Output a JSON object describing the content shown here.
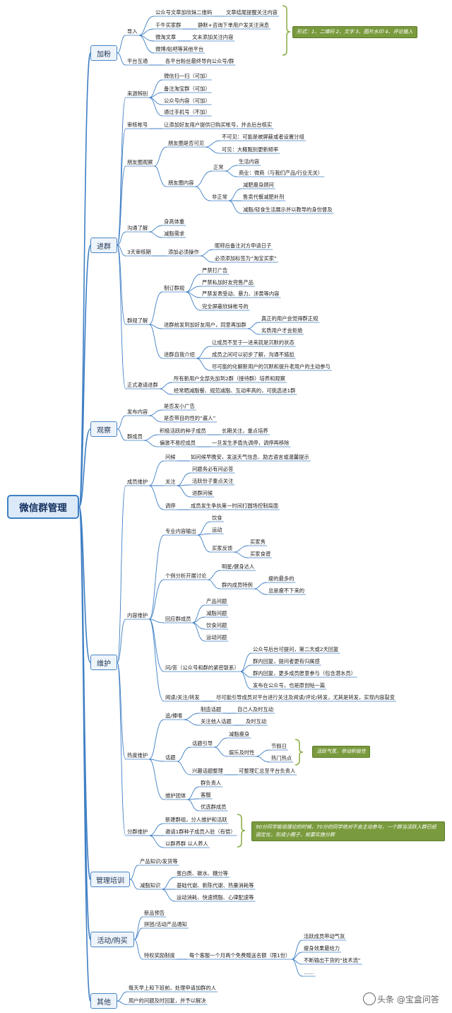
{
  "root": "微信群管理",
  "branches": {
    "jiafen": "加粉",
    "jinqun": "进群",
    "guancha": "观察",
    "weihu": "维护",
    "peixun": "管理培训",
    "huodong": "活动/购买",
    "qita": "其他"
  },
  "jiafen": {
    "daoru": "导入",
    "gzh_erweima": "公众号文章加欣妹二维码",
    "gzh_erweima_d": "文章结尾提醒关注内容",
    "qianniu": "千牛买家群",
    "qianniu_d": "静默+咨询下单用户发关注消息",
    "weitao": "微淘文章",
    "weitao_d": "文末添加关注内容",
    "weibo": "微博/贴吧等其他平台",
    "hutong": "平台互通",
    "hutong_d": "各平台粉丝最终导向公众号/群",
    "callout": "形式：1、二维码 2、文字 3、图片水印 4、评论植入"
  },
  "jinqun": {
    "laiyuan": "来源辨别",
    "ly1": "微信扫一扫（可加）",
    "ly2": "备注淘宝群（可加）",
    "ly3": "公众号内容（可加）",
    "ly4": "通过手机号（不加）",
    "shenhe": "审核帐号",
    "shenhe_d": "让添加好友用户提供已购买帐号，并去后台核实",
    "pyq": "朋友圈观察",
    "kejian": "朋友圈是否可见",
    "bukejian": "不可见：可能是被屏蔽或者设置分组",
    "kejian2": "可见：大概甄别更新频率",
    "neirong": "朋友圈内容",
    "zhengchang": "正常",
    "shenghuo": "生活内容",
    "shangye": "商业：微商（与我们产品/行业无关）",
    "feizhengchang": "非正常",
    "fz1": "减肥瘦身顾问",
    "fz2": "售卖代餐减肥补剂",
    "fz3": "减脂/轻食生活展示并以教导的身份督及",
    "goutong": "沟通了解",
    "gt1": "身高体重",
    "gt2": "减脂需求",
    "kaohe": "3天审核期",
    "tianjia": "添加必须操作",
    "tj1": "昵称后备注对方申请日子",
    "tj2": "必须添加标签为“淘宝买家”",
    "qungui": "群规了解",
    "zhiding": "制订群规",
    "zd1": "严禁打广告",
    "zd2": "严禁私加好友兜售产品",
    "zd3": "严禁发表受动、暴力、涉黄等内容",
    "zd4": "完全屏蔽欣妹帐号的",
    "fasong": "进群前发到加好友用户，同意再加群",
    "fs1": "真正的用户会觉得群正规",
    "fs2": "劣质用户才会拒绝",
    "jieshao": "进群自我介绍",
    "js1": "让成员不至于一进来就是沉默的状态",
    "js2": "成员之间可以初步了解，沟通不尴尬",
    "js3": "尽可能的化解新用户的沉默和提升老用户的主动参与",
    "zhengshi": "正式邀请进群",
    "zs1": "所有新用户全部先加到2群（接待群）培养和观察",
    "zs2": "经常晒减脂餐、规范减脂、互动率高的，可挑选进1群"
  },
  "guancha": {
    "fabu": "发布内容",
    "fb1": "是否发小广告",
    "fb2": "是否带目的性的“酱人”",
    "qunchengyuan": "群成员",
    "jiji": "积极活跃的种子成员",
    "jiji_d": "长期关注，重点培养",
    "pianji": "偏激不易控成员",
    "pianji_d": "一旦发生矛盾先调停，调停再移除"
  },
  "weihu": {
    "chengyuan": "成员维护",
    "wenhou": "问候",
    "wenhou_d": "如问候早晚安，发送天气信息、励志语言或温馨提示",
    "guanzhu": "关注",
    "gz1": "问题务必有问必答",
    "gz2": "活跃份子重点关注",
    "gz3": "进群问候",
    "tiaoting": "调停",
    "tiaoting_d": "成员发生争执第一时间打圆场控制局面",
    "neirongwh": "内容维护",
    "zhuanye": "专业内容输出",
    "yinshi": "饮食",
    "yundong": "运动",
    "fankui": "买家反馈",
    "mjx": "买家秀",
    "mjs": "买家食谱",
    "fenxi": "个例分析开展讨论",
    "mingxing": "明星/健身达人",
    "qunnei": "群内成员特例",
    "qn1": "瘦的最多的",
    "qn2": "总是瘦不下来的",
    "huigu": "回应群成员",
    "hg1": "产品问题",
    "hg2": "减脂问题",
    "hg3": "饮食问题",
    "hg4": "运动问题",
    "wenda": "问/答（公众号和群的紧密联系）",
    "wd1": "公众号后台可提问，第二天或2天回复",
    "wd2": "群内回复，提问者更有归属感",
    "wd3": "群内回复，更多成员愿意参与（包含潜水员）",
    "wd4": "发布在公众号，也是原创帖一篇",
    "yuedu": "阅读/关注/转发",
    "yuedu_d": "尽可能引导成员对平台进行关注及阅读/评论/转发，尤其是转发，实现内容裂变",
    "redu": "热度维护",
    "zhui": "追/捧哏",
    "zz1": "制造话题",
    "zz1_d": "自己人及时互动",
    "zz2": "关注他人话题",
    "zz2_d": "及时互动",
    "huati": "话题",
    "yindao": "话题引导",
    "yd1": "减脂瘦身",
    "yd2": "娱乐及时性",
    "jieri": "节假日",
    "redian": "热门热点",
    "xingqu": "兴趣话题整理",
    "xingqu_d": "可整理汇总至平台负责人",
    "tuandui": "维护团体",
    "td1": "群负责人",
    "td2": "客服",
    "td3": "优选群成员",
    "fenqun": "分群维护",
    "fq1": "新建群组，分人维护和活跃",
    "fq2": "邀请1群种子成员入驻（有偿）",
    "fq3": "以群养群 以人养人",
    "callout1": "活跃气氛，带动积极性",
    "callout2": "90分同学能说理论的时候，70分的同学绝对不会主动参与，一个群当活跃人群已经固定化，形成小圈子，就要实施分群"
  },
  "peixun": {
    "chanpin": "产品知识/发货等",
    "jianzhi": "减脂知识",
    "jz1": "蛋白质、碳水、糖分等",
    "jz2": "基础代谢、新陈代谢、热量消耗等",
    "jz3": "运动消耗、快速燃脂、心律配速等"
  },
  "huodong": {
    "yugao": "新品预告",
    "pintuan": "拼团/活动产品通知",
    "tequan": "特权奖励制度",
    "tequan_d": "每个客服一个月两个免费赠送名额（限1份）",
    "tq1": "活跃成员带动气氛",
    "tq2": "瘦身效果最给力",
    "tq3": "不断输出干货的“技术流”",
    "tq4": "……"
  },
  "qita": {
    "q1": "每天早上和下班前，处理申请加群的人",
    "q2": "用户的问题及时回复，并予以解决"
  },
  "watermark": "头条 @宝盒问答"
}
